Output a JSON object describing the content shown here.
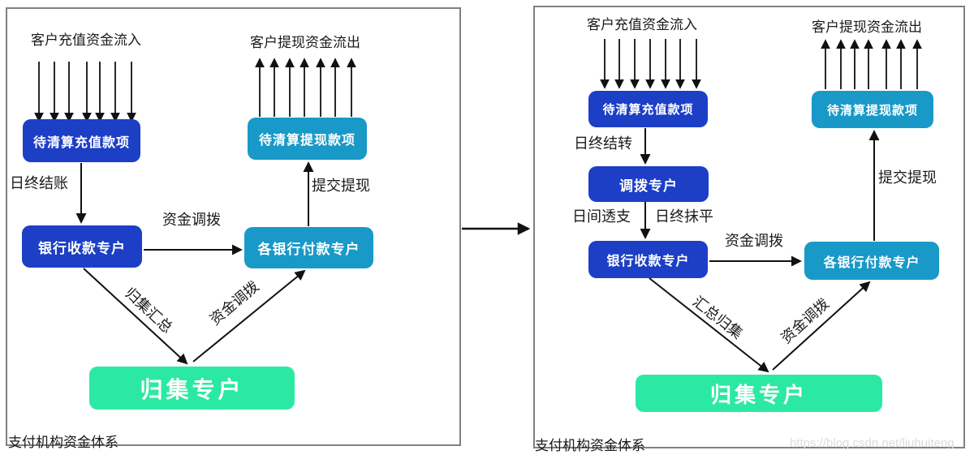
{
  "left_diagram": {
    "inflow_title": "客户充值资金流入",
    "outflow_title": "客户提现资金流出",
    "boxes": {
      "pending_recharge": "待清算充值款项",
      "pending_withdraw": "待清算提现款项",
      "bank_receive": "银行收款专户",
      "bank_pay": "各银行付款专户",
      "collection": "归集专户"
    },
    "labels": {
      "day_end_settle": "日终结账",
      "submit_withdraw": "提交提现",
      "fund_transfer_h": "资金调拨",
      "collect_summary": "归集汇总",
      "fund_transfer_diag": "资金调拨"
    },
    "footer": "支付机构资金体系"
  },
  "right_diagram": {
    "inflow_title": "客户充值资金流入",
    "outflow_title": "客户提现资金流出",
    "boxes": {
      "pending_recharge": "待清算充值款项",
      "pending_withdraw": "待清算提现款项",
      "transfer_account": "调拨专户",
      "bank_receive": "银行收款专户",
      "bank_pay": "各银行付款专户",
      "collection": "归集专户"
    },
    "labels": {
      "day_end_carryover": "日终结转",
      "intraday_overdraft": "日间透支",
      "day_end_flatten": "日终抹平",
      "fund_transfer_h": "资金调拨",
      "submit_withdraw": "提交提现",
      "summary_collect": "汇总归集",
      "fund_transfer_diag": "资金调拨"
    },
    "footer": "支付机构资金体系"
  },
  "watermark": "https://blog.csdn.net/liuhuiteng",
  "colors": {
    "dark_blue": "#1C3FC6",
    "teal": "#1899C8",
    "green": "#2BE9A4",
    "border": "#808080",
    "arrow": "#111111",
    "text": "#1a1a1a",
    "watermark": "#dcdcdc"
  }
}
